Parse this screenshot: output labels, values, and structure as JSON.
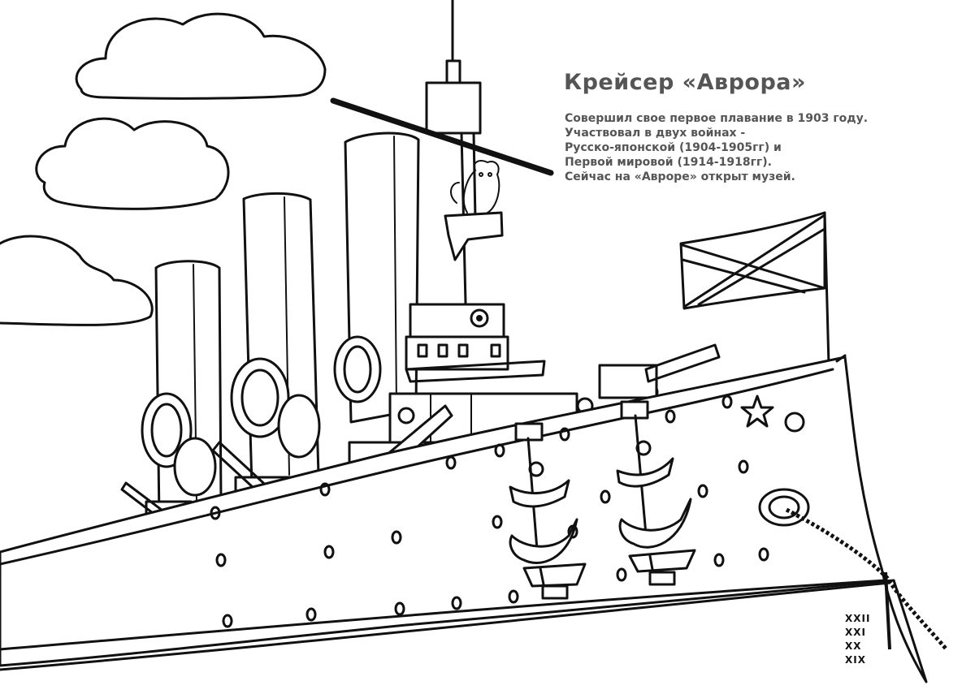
{
  "title": "Крейсер «Аврора»",
  "description": [
    "Совершил свое первое плавание в 1903 году.",
    "Участвовал в двух войнах -",
    "Русско-японской (1904-1905гг) и",
    "Первой мировой (1914-1918гг).",
    "Сейчас на «Авроре» открыт музей."
  ],
  "draft_marks": [
    "XXII",
    "XXI",
    "XX",
    "XIX"
  ],
  "colors": {
    "text": "#555555",
    "line": "#111111",
    "background": "#ffffff"
  }
}
